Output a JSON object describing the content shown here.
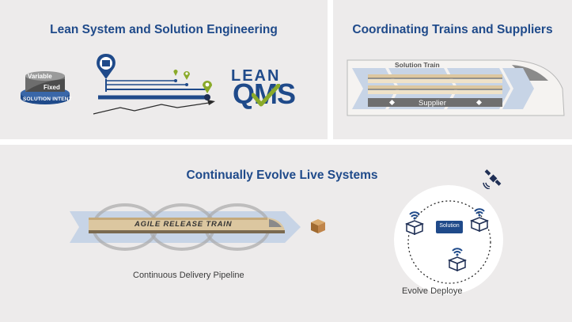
{
  "panels": {
    "lean": {
      "title": "Lean System and Solution Engineering",
      "cylinder": {
        "top": "Variable",
        "middle": "Fixed",
        "band": "SOLUTION INTENT"
      },
      "qms": {
        "top": "LEAN",
        "bottom": "QMS"
      }
    },
    "coord": {
      "title": "Coordinating Trains and Suppliers",
      "solution_train": "Solution Train",
      "supplier": "Supplier"
    },
    "evolve": {
      "title": "Continually Evolve Live Systems",
      "art_label": "AGILE RELEASE TRAIN",
      "cdp_caption": "Continuous Delivery Pipeline",
      "solution_box": "Solution",
      "deploy_caption": "Evolve Deploye"
    }
  },
  "colors": {
    "title_blue": "#1f4a8a",
    "navy": "#1f4a8a",
    "green": "#8aaa2a",
    "tan": "#dcc7a0",
    "arrow_blue": "#c7d4e6",
    "panel": "#edebeb"
  },
  "icons": [
    "map-pin-icon",
    "map-icon",
    "checkmark-icon",
    "satellite-icon",
    "wifi-icon",
    "box-icon",
    "package-icon"
  ]
}
